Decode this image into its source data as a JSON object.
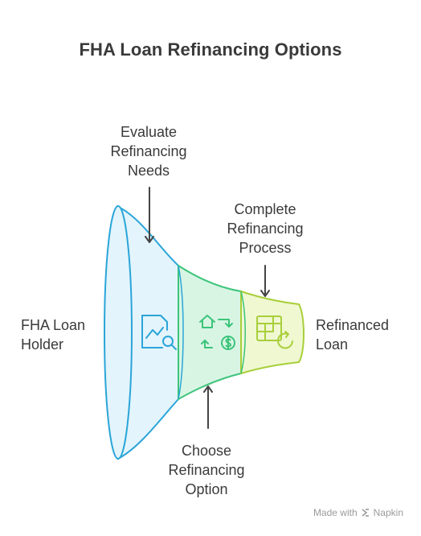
{
  "title": "FHA Loan Refinancing Options",
  "labels": {
    "evaluate": "Evaluate\nRefinancing\nNeeds",
    "complete": "Complete\nRefinancing\nProcess",
    "choose": "Choose\nRefinancing\nOption",
    "holder": "FHA Loan\nHolder",
    "refinanced": "Refinanced\nLoan"
  },
  "stages": [
    {
      "name": "evaluate",
      "icon": "document-analysis-icon",
      "color": "#d9f2fb",
      "stroke": "#2aa5d8"
    },
    {
      "name": "choose",
      "icon": "home-exchange-dollar-icon",
      "color": "#d6f5e3",
      "stroke": "#3cc47a"
    },
    {
      "name": "complete",
      "icon": "spreadsheet-refresh-icon",
      "color": "#eef8cf",
      "stroke": "#a8cf3a"
    }
  ],
  "footer": {
    "made_with": "Made with",
    "brand": "Napkin"
  }
}
